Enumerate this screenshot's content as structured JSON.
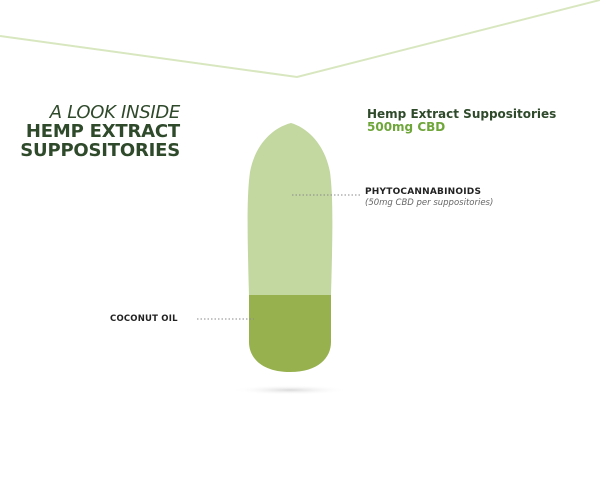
{
  "heading": {
    "kicker": "A LOOK INSIDE",
    "line1": "HEMP EXTRACT",
    "line2": "SUPPOSITORIES"
  },
  "product": {
    "name": "Hemp Extract Suppositories",
    "dose": "500mg CBD"
  },
  "labels": {
    "phytocannabinoids_title": "PHYTOCANNABINOIDS",
    "phytocannabinoids_note": "(50mg CBD per suppositories)",
    "coconut_oil": "COCONUT OIL"
  },
  "colors": {
    "background": "#ffffff",
    "header_line": "#d8e7bf",
    "heading_text": "#2f4a2b",
    "dose_text": "#6fa63a",
    "suppository_light": "#c3d7a0",
    "suppository_dark": "#97b14f",
    "shadow": "#e1e1e1",
    "leader_lines": "#8a8a8a"
  }
}
